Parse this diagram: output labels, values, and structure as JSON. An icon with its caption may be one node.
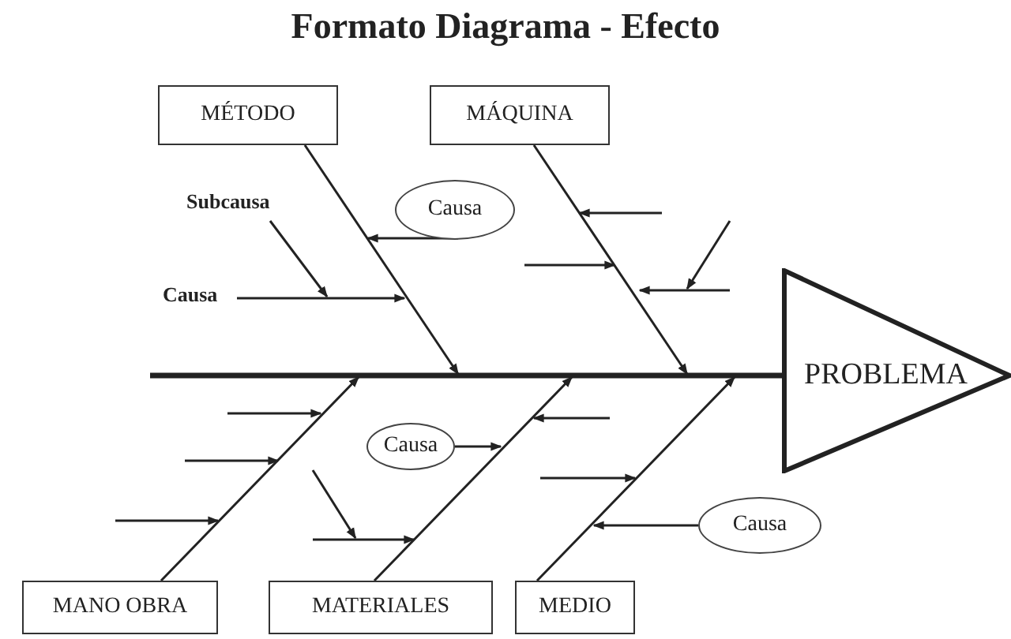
{
  "diagram": {
    "title": "Formato Diagrama - Efecto",
    "nodes": [
      {
        "text": [
          "MÉTODO"
        ]
      },
      {
        "text": [
          "MÁQUINA"
        ]
      },
      {
        "text": [
          "PROBLEMA"
        ]
      },
      {
        "text": [
          "MANO OBRA"
        ]
      },
      {
        "text": [
          "MATERIALES"
        ]
      },
      {
        "text": [
          "MEDIO"
        ]
      },
      {
        "text": [
          "Causa"
        ]
      },
      {
        "text": [
          "Causa"
        ]
      },
      {
        "text": [
          "Causa"
        ]
      },
      {
        "text": [
          "Subcausa"
        ]
      },
      {
        "text": [
          "Causa"
        ]
      }
    ],
    "edges": [
      {
        "from": null,
        "to": 2,
        "arrow": "none",
        "style": "thick"
      },
      {
        "from": 0,
        "to": null,
        "arrow": "to"
      },
      {
        "from": 1,
        "to": null,
        "arrow": "to"
      },
      {
        "from": 3,
        "to": null,
        "arrow": "to"
      },
      {
        "from": 4,
        "to": null,
        "arrow": "to"
      },
      {
        "from": 5,
        "to": null,
        "arrow": "to"
      },
      {
        "from": 6,
        "to": null,
        "arrow": "to"
      },
      {
        "from": 9,
        "to": null,
        "arrow": "to"
      },
      {
        "from": 10,
        "to": null,
        "arrow": "to"
      },
      {
        "from": 7,
        "to": null,
        "arrow": "to"
      },
      {
        "from": 8,
        "to": null,
        "arrow": "to"
      }
    ]
  }
}
